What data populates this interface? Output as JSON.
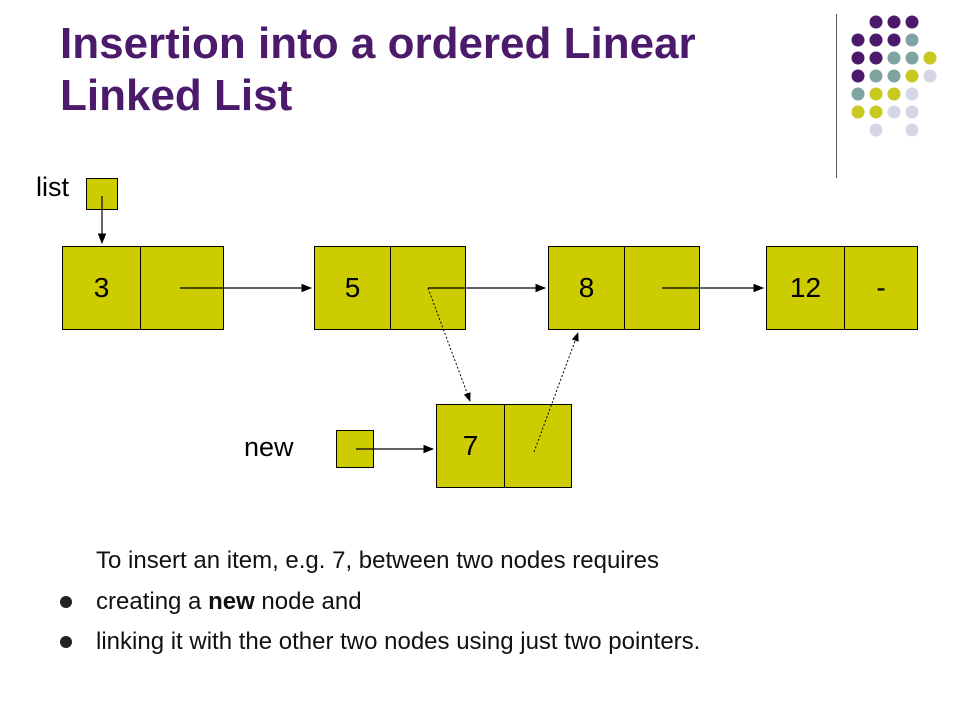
{
  "slide": {
    "title": "Insertion into a ordered Linear Linked List"
  },
  "diagram": {
    "list_label": "list",
    "new_label": "new",
    "nodes": [
      {
        "value": "3",
        "pointer": ""
      },
      {
        "value": "5",
        "pointer": ""
      },
      {
        "value": "8",
        "pointer": ""
      },
      {
        "value": "12",
        "pointer": "-"
      }
    ],
    "new_node": {
      "value": "7",
      "pointer": ""
    }
  },
  "body": {
    "intro": "To insert an item, e.g. 7, between two nodes requires",
    "bullets": [
      {
        "before": "creating a ",
        "bold": "new",
        "after": " node and"
      },
      {
        "before": "linking it with the other two nodes using just two pointers.",
        "bold": "",
        "after": ""
      }
    ]
  },
  "colors": {
    "title": "#4b1a6b",
    "node_fill": "#cccc00",
    "dot_purple": "#4b1a6b",
    "dot_teal": "#7fa3a0",
    "dot_olive": "#c8c81e",
    "dot_lavender": "#d5d5e6"
  }
}
